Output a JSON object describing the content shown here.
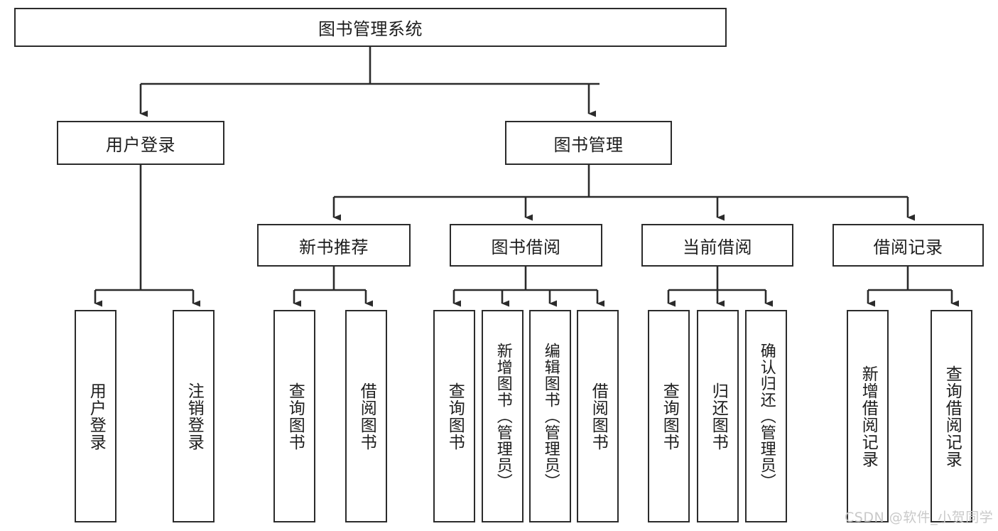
{
  "diagram": {
    "title_node": {
      "label": "图书管理系统"
    },
    "level1": [
      {
        "id": "user-login",
        "label": "用户登录"
      },
      {
        "id": "book-management",
        "label": "图书管理"
      }
    ],
    "level2": [
      {
        "id": "new-book-recommend",
        "label": "新书推荐"
      },
      {
        "id": "book-borrow",
        "label": "图书借阅"
      },
      {
        "id": "current-borrow",
        "label": "当前借阅"
      },
      {
        "id": "borrow-record",
        "label": "借阅记录"
      }
    ],
    "leaves": {
      "user_login": [
        {
          "id": "leaf-user-login",
          "label": "用户登录"
        },
        {
          "id": "leaf-logout-login",
          "label": "注销登录"
        }
      ],
      "new_book_recommend": [
        {
          "id": "leaf-query-book-1",
          "label": "查询图书"
        },
        {
          "id": "leaf-borrow-book-1",
          "label": "借阅图书"
        }
      ],
      "book_borrow": [
        {
          "id": "leaf-query-book-2",
          "label": "查询图书"
        },
        {
          "id": "leaf-add-book-admin",
          "label": "新增图书（管理员）"
        },
        {
          "id": "leaf-edit-book-admin",
          "label": "编辑图书（管理员）"
        },
        {
          "id": "leaf-borrow-book-2",
          "label": "借阅图书"
        }
      ],
      "current_borrow": [
        {
          "id": "leaf-query-book-3",
          "label": "查询图书"
        },
        {
          "id": "leaf-return-book",
          "label": "归还图书"
        },
        {
          "id": "leaf-confirm-return-admin",
          "label": "确认归还（管理员）"
        }
      ],
      "borrow_record": [
        {
          "id": "leaf-add-borrow-record",
          "label": "新增借阅记录"
        },
        {
          "id": "leaf-query-borrow-record",
          "label": "查询借阅记录"
        }
      ]
    },
    "watermark": {
      "text": "CSDN @软件_小贺同学"
    },
    "colors": {
      "stroke": "#2b2b2b",
      "fill": "#ffffff",
      "text": "#1d1d1d",
      "watermark": "#c9c9c9"
    }
  }
}
